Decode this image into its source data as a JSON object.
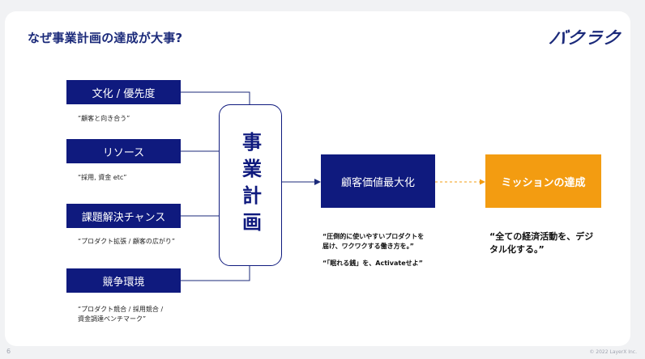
{
  "title": "なぜ事業計画の達成が大事?",
  "logo": "バクラク",
  "factors": [
    {
      "label": "文化 / 優先度",
      "quote": "“顧客と向き合う”"
    },
    {
      "label": "リソース",
      "quote": "“採用, 資金 etc”"
    },
    {
      "label": "課題解決チャンス",
      "quote": "“プロダクト拡張 / 顧客の広がり”"
    },
    {
      "label": "競争環境",
      "quote": "“プロダクト競合 / 採用競合 /\n資金調達ベンチマーク”"
    }
  ],
  "plan_label": "事業計画",
  "customer_value": {
    "label": "顧客価値最大化",
    "quote1": "“圧倒的に使いやすいプロダクトを\n届け、ワクワクする働き方を。”",
    "quote2": "“「眠れる銭」を、Activateせよ”"
  },
  "mission": {
    "label": "ミッションの達成",
    "quote": "“全ての経済活動を、デジ\nタル化する。”"
  },
  "footer": {
    "page_number": "6",
    "copyright": "© 2022 LayerX Inc."
  },
  "colors": {
    "navy": "#0f1a7e",
    "orange": "#f39c11"
  }
}
